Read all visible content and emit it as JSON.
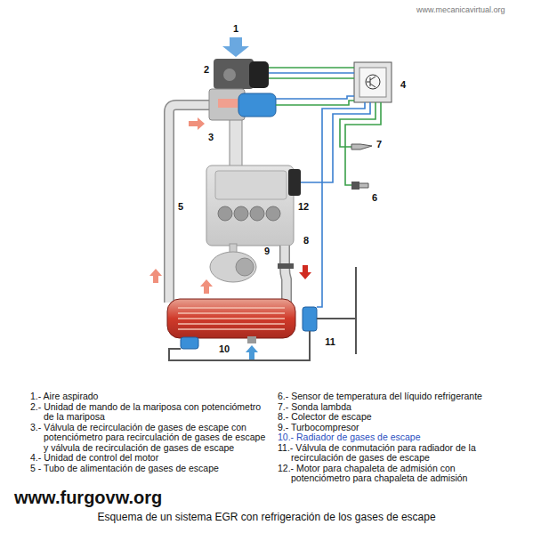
{
  "diagram": {
    "caption": "Esquema de un sistema EGR con refrigeración de los gases de escape",
    "labels": [
      "www.mecanicavirtual.org",
      "1",
      "2",
      "4",
      "3",
      "7",
      "6",
      "5",
      "12",
      "8",
      "9",
      "10",
      "11",
      "1.- Aire aspirado",
      "2.- Unidad de mando de la mariposa con potenciómetro de la mariposa",
      "3.- Válvula de recirculación de gases de escape con potenciómetro para recirculación de gases de escape y válvula de recirculación de gases de escape",
      "4.- Unidad de control del motor",
      "5 - Tubo de alimentación de gases de escape",
      "6.- Sensor de temperatura del líquido refrigerante",
      "7.- Sonda lambda",
      "8.- Colector de escape",
      "9.- Turbocompresor",
      "10.- Radiador de gases de escape",
      "11.- Válvula de conmutación para radiador de la recirculación de gases de escape",
      "12.- Motor para chapaleta de admisión con potenciómetro para chapaleta de admisión",
      "www.furgovw.org"
    ]
  }
}
